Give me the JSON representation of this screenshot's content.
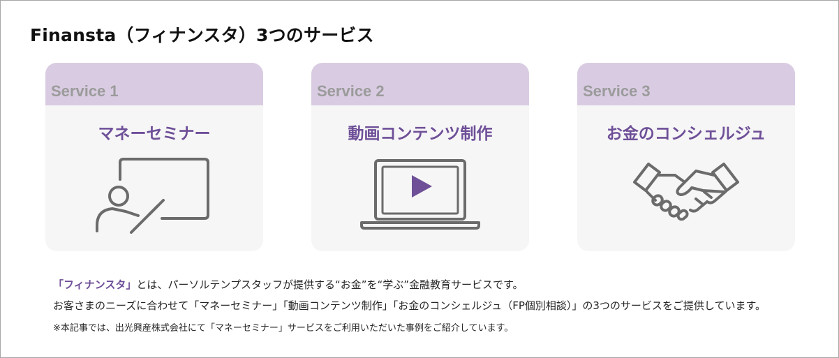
{
  "title": "Finansta（フィナンスタ）3つのサービス",
  "services": [
    {
      "label": "Service 1",
      "name": "マネーセミナー",
      "icon": "presentation-icon"
    },
    {
      "label": "Service 2",
      "name": "動画コンテンツ制作",
      "icon": "video-laptop-icon"
    },
    {
      "label": "Service 3",
      "name": "お金のコンシェルジュ",
      "icon": "handshake-icon"
    }
  ],
  "description": {
    "brand": "「フィナンスタ」",
    "line1_rest": "とは、パーソルテンプスタッフが提供する“お金”を“学ぶ”金融教育サービスです。",
    "line2": "お客さまのニーズに合わせて「マネーセミナー」「動画コンテンツ制作」「お金のコンシェルジュ（FP個別相談）」の3つのサービスをご提供しています。",
    "note": "※本記事では、出光興産株式会社にて「マネーセミナー」サービスをご利用いただいた事例をご紹介しています。"
  },
  "colors": {
    "accent": "#6e4f98",
    "card_header": "#d9cce2",
    "card_body": "#f6f6f6",
    "icon_stroke": "#6b6b6b"
  }
}
